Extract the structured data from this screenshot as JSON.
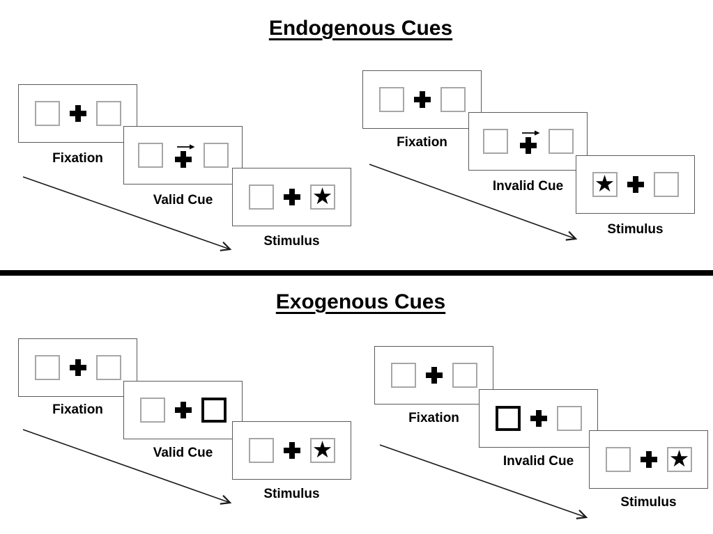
{
  "figure": {
    "sections": {
      "endogenous": {
        "title": "Endogenous Cues",
        "valid": {
          "fixation_label": "Fixation",
          "cue_label": "Valid Cue",
          "stimulus_label": "Stimulus",
          "cue_style": "central arrow pointing right above fixation cross",
          "star_side": "right"
        },
        "invalid": {
          "fixation_label": "Fixation",
          "cue_label": "Invalid Cue",
          "stimulus_label": "Stimulus",
          "cue_style": "central arrow pointing right above fixation cross",
          "star_side": "left"
        }
      },
      "exogenous": {
        "title": "Exogenous Cues",
        "valid": {
          "fixation_label": "Fixation",
          "cue_label": "Valid Cue",
          "stimulus_label": "Stimulus",
          "cue_style": "right box outlined bold",
          "star_side": "right"
        },
        "invalid": {
          "fixation_label": "Fixation",
          "cue_label": "Invalid Cue",
          "stimulus_label": "Stimulus",
          "cue_style": "left box outlined bold",
          "star_side": "right"
        }
      }
    },
    "glyphs": {
      "star": "★"
    },
    "colors": {
      "ink": "#000000",
      "panel_border": "#595959",
      "box_border": "#a6a6a6",
      "highlight_border": "#0a0a0a",
      "background": "#ffffff",
      "divider": "#000000"
    }
  }
}
